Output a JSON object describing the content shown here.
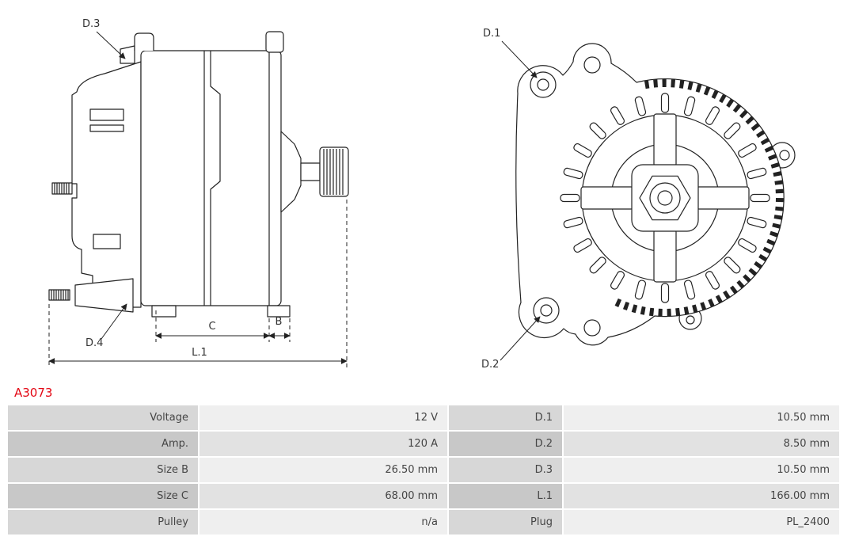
{
  "part_number": "A3073",
  "colors": {
    "part_number_red": "#e30613",
    "drawing_line": "#222222",
    "table_label_bg": "#d7d7d7",
    "table_value_bg": "#efefef"
  },
  "drawing": {
    "side_view_labels": {
      "d3": "D.3",
      "d4": "D.4",
      "c": "C",
      "b": "B",
      "l1": "L.1"
    },
    "front_view_labels": {
      "d1": "D.1",
      "d2": "D.2"
    }
  },
  "spec_table": {
    "rows": [
      {
        "label1": "Voltage",
        "value1": "12 V",
        "label2": "D.1",
        "value2": "10.50 mm"
      },
      {
        "label1": "Amp.",
        "value1": "120 A",
        "label2": "D.2",
        "value2": "8.50 mm"
      },
      {
        "label1": "Size B",
        "value1": "26.50 mm",
        "label2": "D.3",
        "value2": "10.50 mm"
      },
      {
        "label1": "Size C",
        "value1": "68.00 mm",
        "label2": "L.1",
        "value2": "166.00 mm"
      },
      {
        "label1": "Pulley",
        "value1": "n/a",
        "label2": "Plug",
        "value2": "PL_2400"
      }
    ]
  }
}
